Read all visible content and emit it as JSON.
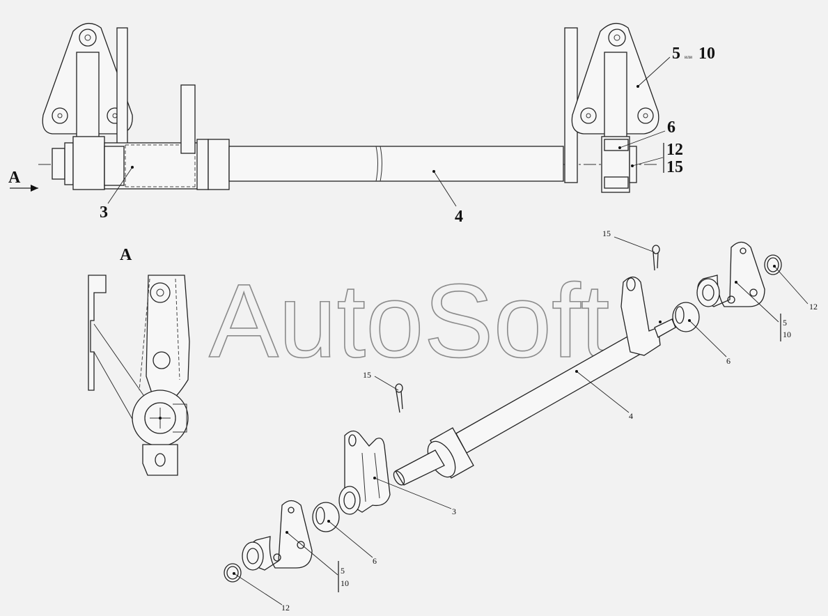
{
  "watermark": "AutoSoft",
  "view_marker": "A",
  "section_title": "A",
  "labels": {
    "part3": "3",
    "part4": "4",
    "part5": "5",
    "ili": "или",
    "part10": "10",
    "part6": "6",
    "part12": "12",
    "part15": "15"
  },
  "exploded": {
    "p15_top": "15",
    "p12_right": "12",
    "p5_right": "5",
    "p10_right": "10",
    "p6_right": "6",
    "p4": "4",
    "p15_mid": "15",
    "p3": "3",
    "p6_left": "6",
    "p5_left": "5",
    "p10_left": "10",
    "p12_left": "12"
  }
}
